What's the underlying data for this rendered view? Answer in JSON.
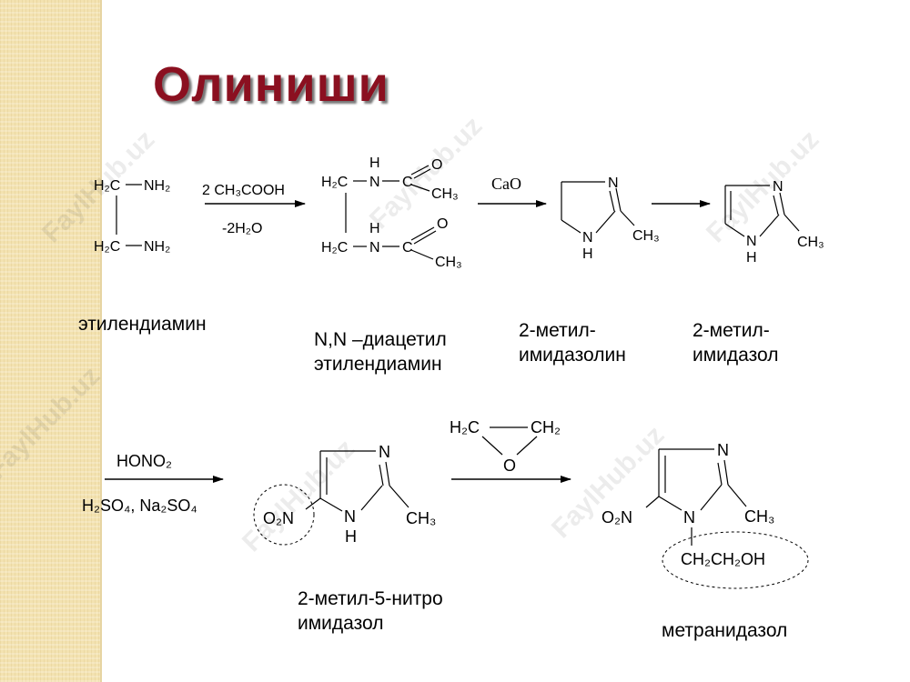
{
  "slide": {
    "title": "Олиниши",
    "watermark": "FaylHub.uz"
  },
  "structures": {
    "ethylenediamine": {
      "h2c_top": "H₂C",
      "nh2_top": "NH₂",
      "h2c_bot": "H₂C",
      "nh2_bot": "NH₂"
    },
    "diacetyl": {
      "h2c_top": "H₂C",
      "h_top": "H",
      "n_top": "N",
      "c_top": "C",
      "o_top": "O",
      "ch3_top": "CH₃",
      "h2c_bot": "H₂C",
      "h_bot": "H",
      "n_bot": "N",
      "c_bot": "C",
      "o_bot": "O",
      "ch3_bot": "CH₃"
    },
    "imidazoline": {
      "n": "N",
      "nh_n": "N",
      "nh_h": "H",
      "ch3": "CH₃"
    },
    "imidazole": {
      "n": "N",
      "nh_n": "N",
      "nh_h": "H",
      "ch3": "CH₃"
    },
    "nitroimidazole": {
      "n": "N",
      "nh_n": "N",
      "nh_h": "H",
      "ch3": "CH₃",
      "no2": "O₂N"
    },
    "ethylene_oxide": {
      "c1": "H₂C",
      "c2": "CH₂",
      "o": "O"
    },
    "metronidazole": {
      "n": "N",
      "n1": "N",
      "ch3": "CH₃",
      "no2": "O₂N",
      "side_chain": "CH₂CH₂OH"
    }
  },
  "reagents": {
    "step1_top": "2 CH₃COOH",
    "step1_bottom": "-2H₂O",
    "step2_top": "CaO",
    "step4_top": "HONO₂",
    "step4_bottom": "H₂SO₄, Na₂SO₄"
  },
  "captions": {
    "ethylenediamine": "этилендиамин",
    "diacetyl_line1": "N,N –диацетил",
    "diacetyl_line2": "этилендиамин",
    "imidazoline_line1": "2-метил-",
    "imidazoline_line2": "имидазолин",
    "imidazole_line1": "2-метил-",
    "imidazole_line2": "имидазол",
    "nitro_line1": "2-метил-5-нитро",
    "nitro_line2": "имидазол",
    "metronidazole": "метранидазол"
  },
  "colors": {
    "title": "#8b1020",
    "strip": "#f3e2b0"
  }
}
